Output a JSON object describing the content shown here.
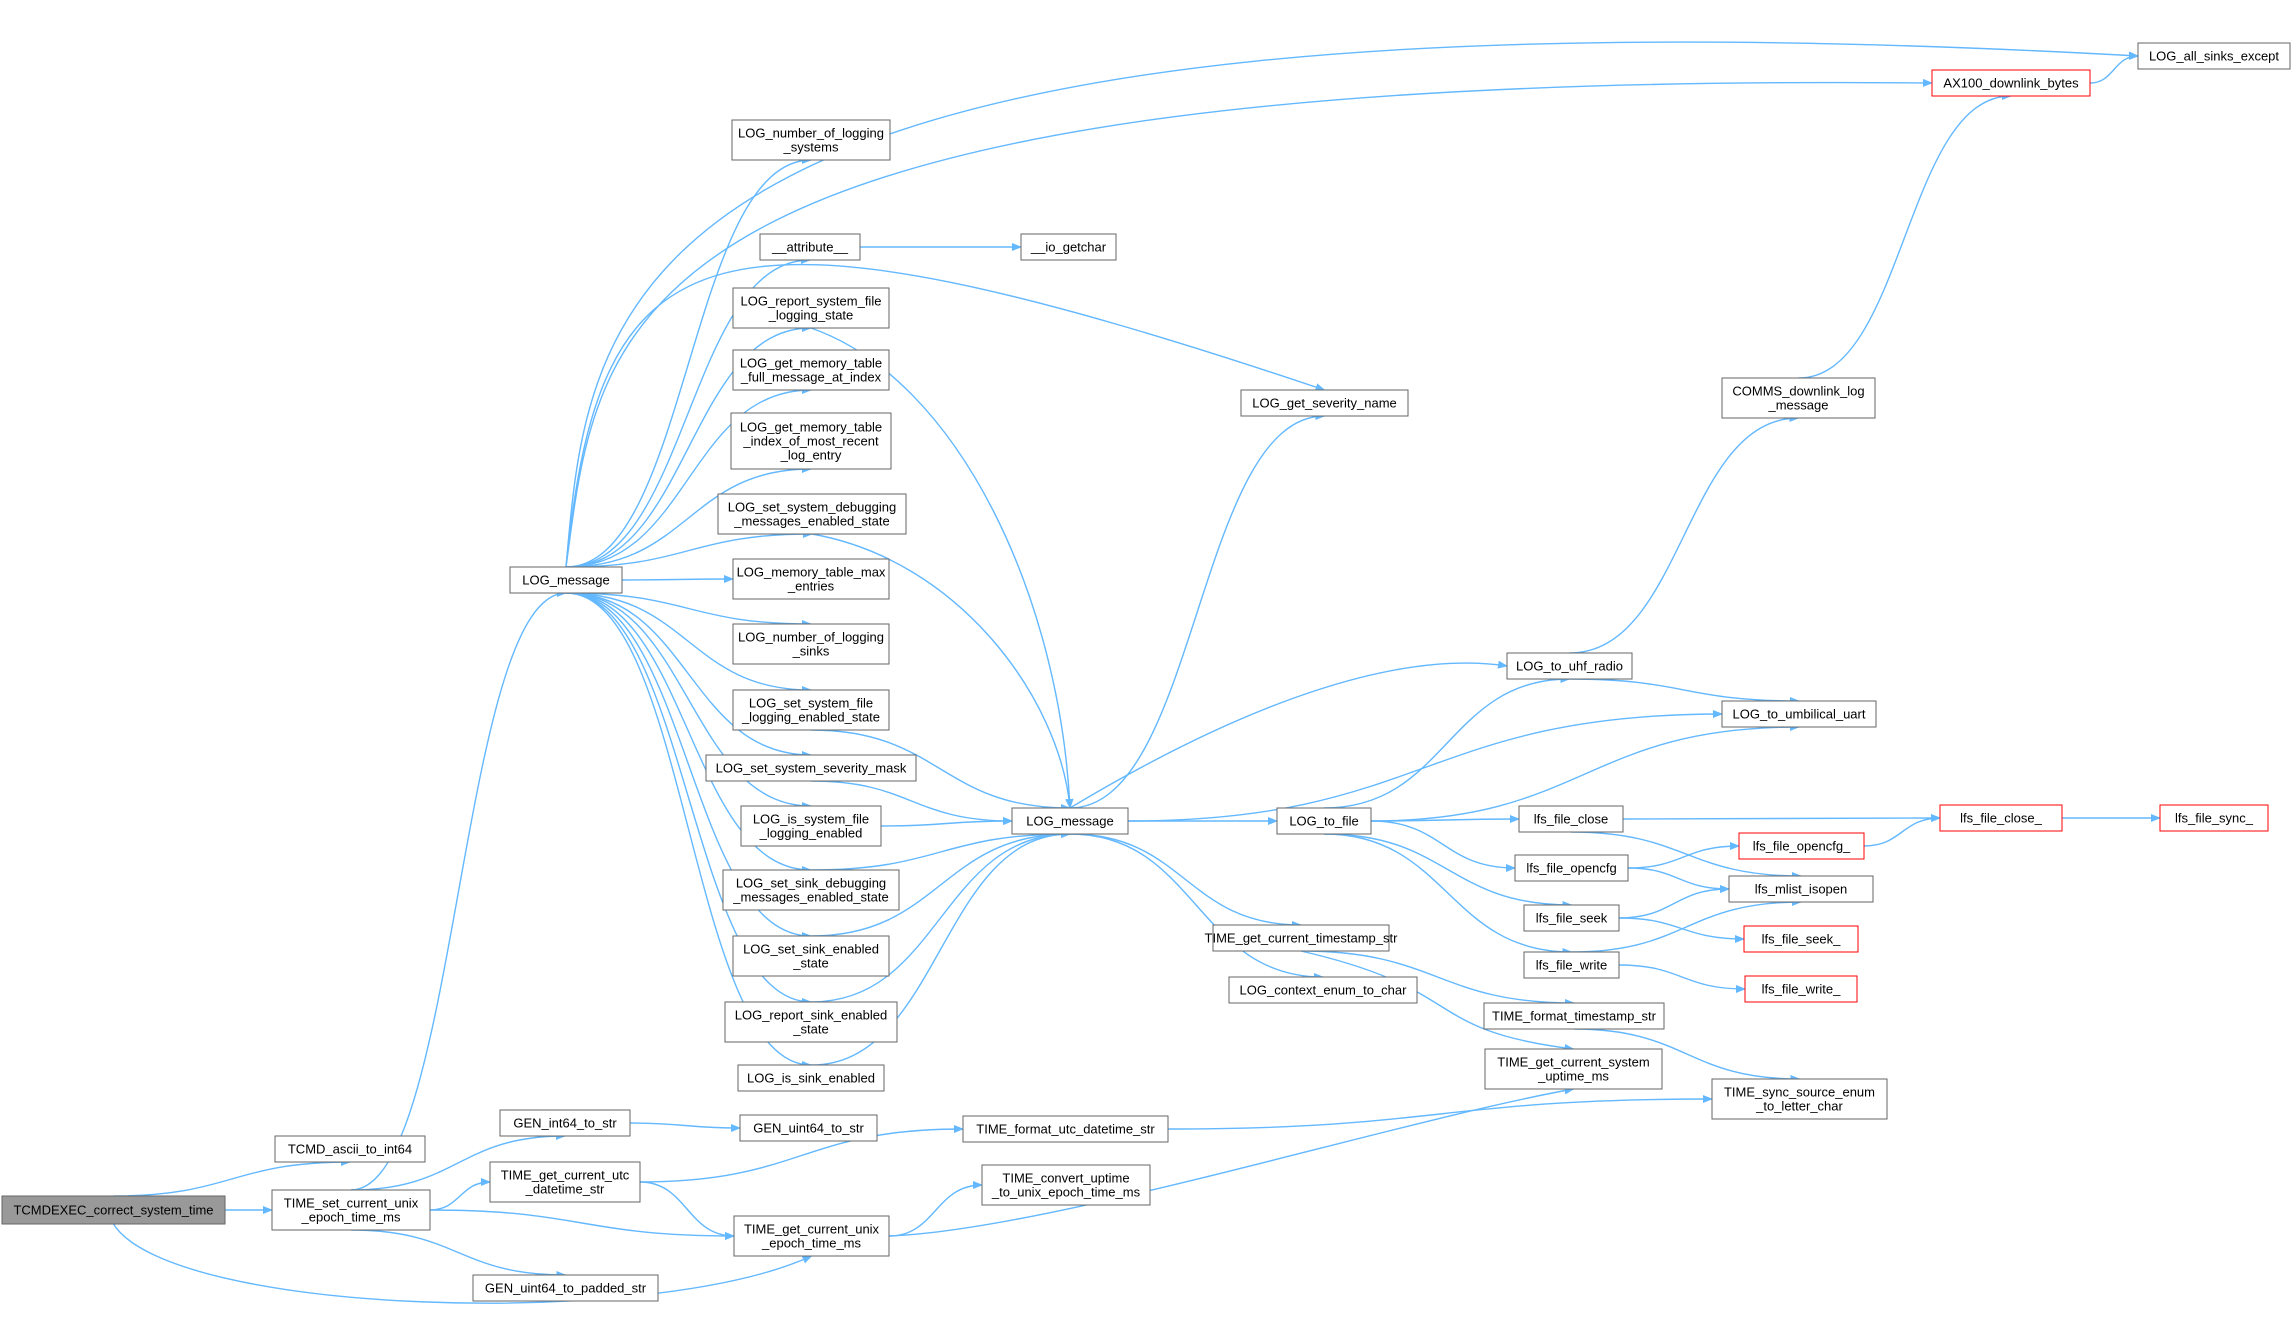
{
  "colors": {
    "edge": "#63b8ff",
    "box_border": "#666666",
    "warn_border": "#ff0000",
    "root_fill": "#999999"
  },
  "nodes": [
    {
      "id": "tcmdexec",
      "lines": [
        "TCMDEXEC_correct_system_time"
      ]
    },
    {
      "id": "tcmd_ascii",
      "lines": [
        "TCMD_ascii_to_int64"
      ]
    },
    {
      "id": "time_set",
      "lines": [
        "TIME_set_current_unix",
        "_epoch_time_ms"
      ]
    },
    {
      "id": "log_message_l",
      "lines": [
        "LOG_message"
      ]
    },
    {
      "id": "gen_int64",
      "lines": [
        "GEN_int64_to_str"
      ]
    },
    {
      "id": "time_get_utc",
      "lines": [
        "TIME_get_current_utc",
        "_datetime_str"
      ]
    },
    {
      "id": "gen_uint64_pad",
      "lines": [
        "GEN_uint64_to_padded_str"
      ]
    },
    {
      "id": "gen_uint64",
      "lines": [
        "GEN_uint64_to_str"
      ]
    },
    {
      "id": "time_get_unix",
      "lines": [
        "TIME_get_current_unix",
        "_epoch_time_ms"
      ]
    },
    {
      "id": "log_num_sys",
      "lines": [
        "LOG_number_of_logging",
        "_systems"
      ]
    },
    {
      "id": "attribute",
      "lines": [
        "__attribute__"
      ]
    },
    {
      "id": "log_report_sys",
      "lines": [
        "LOG_report_system_file",
        "_logging_state"
      ]
    },
    {
      "id": "log_mem_full",
      "lines": [
        "LOG_get_memory_table",
        "_full_message_at_index"
      ]
    },
    {
      "id": "log_mem_idx",
      "lines": [
        "LOG_get_memory_table",
        "_index_of_most_recent",
        "_log_entry"
      ]
    },
    {
      "id": "log_set_sys_dbg",
      "lines": [
        "LOG_set_system_debugging",
        "_messages_enabled_state"
      ]
    },
    {
      "id": "log_mem_max",
      "lines": [
        "LOG_memory_table_max",
        "_entries"
      ]
    },
    {
      "id": "log_num_sinks",
      "lines": [
        "LOG_number_of_logging",
        "_sinks"
      ]
    },
    {
      "id": "log_set_sys_file",
      "lines": [
        "LOG_set_system_file",
        "_logging_enabled_state"
      ]
    },
    {
      "id": "log_set_sev",
      "lines": [
        "LOG_set_system_severity_mask"
      ]
    },
    {
      "id": "log_is_sys_file",
      "lines": [
        "LOG_is_system_file",
        "_logging_enabled"
      ]
    },
    {
      "id": "log_set_sink_dbg",
      "lines": [
        "LOG_set_sink_debugging",
        "_messages_enabled_state"
      ]
    },
    {
      "id": "log_set_sink_en",
      "lines": [
        "LOG_set_sink_enabled",
        "_state"
      ]
    },
    {
      "id": "log_report_sink",
      "lines": [
        "LOG_report_sink_enabled",
        "_state"
      ]
    },
    {
      "id": "log_is_sink",
      "lines": [
        "LOG_is_sink_enabled"
      ]
    },
    {
      "id": "io_getchar",
      "lines": [
        "__io_getchar"
      ]
    },
    {
      "id": "log_message_c",
      "lines": [
        "LOG_message"
      ]
    },
    {
      "id": "time_fmt_utc",
      "lines": [
        "TIME_format_utc_datetime_str"
      ]
    },
    {
      "id": "time_conv",
      "lines": [
        "TIME_convert_uptime",
        "_to_unix_epoch_time_ms"
      ]
    },
    {
      "id": "log_sev_name",
      "lines": [
        "LOG_get_severity_name"
      ]
    },
    {
      "id": "log_to_file",
      "lines": [
        "LOG_to_file"
      ]
    },
    {
      "id": "time_get_ts",
      "lines": [
        "TIME_get_current_timestamp_str"
      ]
    },
    {
      "id": "log_ctx",
      "lines": [
        "LOG_context_enum_to_char"
      ]
    },
    {
      "id": "log_uhf",
      "lines": [
        "LOG_to_uhf_radio"
      ]
    },
    {
      "id": "lfs_close",
      "lines": [
        "lfs_file_close"
      ]
    },
    {
      "id": "lfs_opencfg",
      "lines": [
        "lfs_file_opencfg"
      ]
    },
    {
      "id": "lfs_seek",
      "lines": [
        "lfs_file_seek"
      ]
    },
    {
      "id": "lfs_write",
      "lines": [
        "lfs_file_write"
      ]
    },
    {
      "id": "time_fmt_ts",
      "lines": [
        "TIME_format_timestamp_str"
      ]
    },
    {
      "id": "time_get_uptime",
      "lines": [
        "TIME_get_current_system",
        "_uptime_ms"
      ]
    },
    {
      "id": "comms_dl",
      "lines": [
        "COMMS_downlink_log",
        "_message"
      ]
    },
    {
      "id": "log_umb",
      "lines": [
        "LOG_to_umbilical_uart"
      ]
    },
    {
      "id": "time_sync",
      "lines": [
        "TIME_sync_source_enum",
        "_to_letter_char"
      ]
    },
    {
      "id": "ax100",
      "lines": [
        "AX100_downlink_bytes"
      ]
    },
    {
      "id": "lfs_opencfg_",
      "lines": [
        "lfs_file_opencfg_"
      ]
    },
    {
      "id": "lfs_mlist",
      "lines": [
        "lfs_mlist_isopen"
      ]
    },
    {
      "id": "lfs_seek_",
      "lines": [
        "lfs_file_seek_"
      ]
    },
    {
      "id": "lfs_write_",
      "lines": [
        "lfs_file_write_"
      ]
    },
    {
      "id": "lfs_close_",
      "lines": [
        "lfs_file_close_"
      ]
    },
    {
      "id": "log_all_sinks",
      "lines": [
        "LOG_all_sinks_except"
      ]
    },
    {
      "id": "lfs_sync_",
      "lines": [
        "lfs_file_sync_"
      ]
    }
  ]
}
